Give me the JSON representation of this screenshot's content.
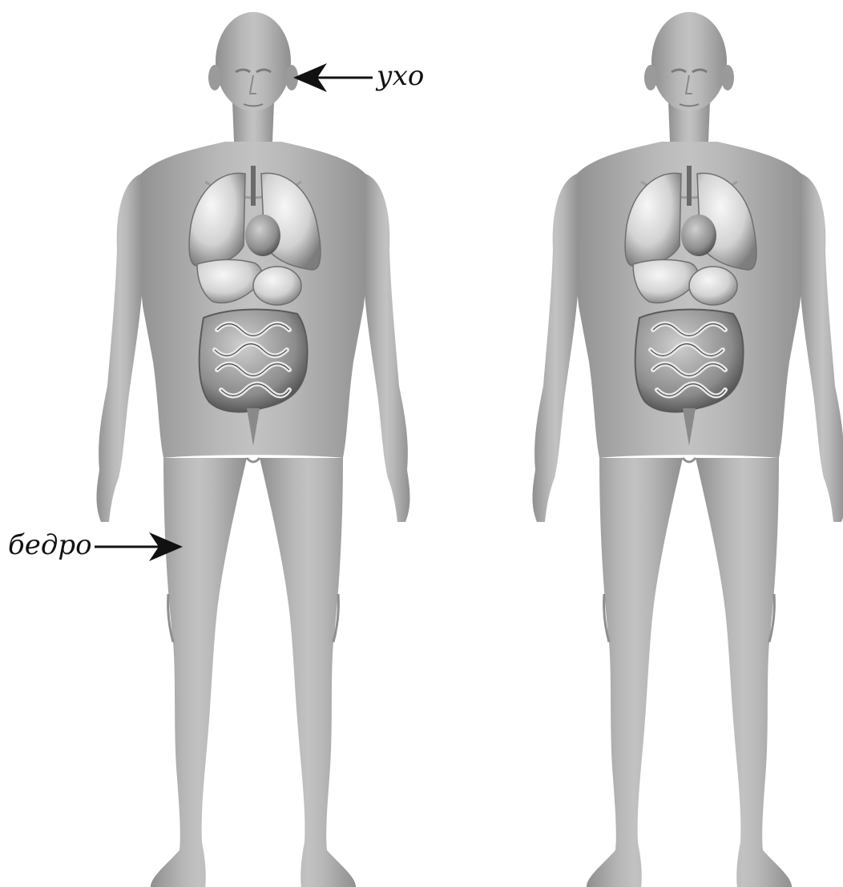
{
  "labels": {
    "ear": "ухо",
    "thigh": "бедро"
  },
  "figures": [
    {
      "name": "annotated-figure",
      "annotated": true
    },
    {
      "name": "blank-figure",
      "annotated": false
    }
  ],
  "colors": {
    "body_fill": "#a9a9a9",
    "body_light": "#c4c4c4",
    "body_dark": "#7d7d7d",
    "organ_fill": "#e6e6e6",
    "organ_shade": "#8a8a8a",
    "intestine_fill": "#d4d4d4",
    "arrow": "#111111"
  }
}
